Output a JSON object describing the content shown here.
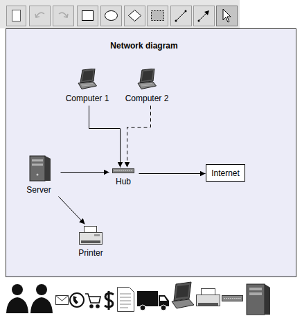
{
  "diagram": {
    "title": "Network diagram",
    "nodes": [
      {
        "text": [
          "Computer 1"
        ]
      },
      {
        "text": [
          "Computer 2"
        ]
      },
      {
        "text": [
          "Server"
        ]
      },
      {
        "text": [
          "Hub"
        ]
      },
      {
        "text": [
          "Internet"
        ]
      },
      {
        "text": [
          "Printer"
        ]
      }
    ],
    "edges": [
      {
        "from": 0,
        "to": 3,
        "arrow": "to"
      },
      {
        "from": 1,
        "to": 3,
        "arrow": "to"
      },
      {
        "from": 2,
        "to": 3,
        "arrow": "to"
      },
      {
        "from": 3,
        "to": 4,
        "arrow": "to"
      },
      {
        "from": 2,
        "to": 5,
        "arrow": "to"
      }
    ]
  }
}
